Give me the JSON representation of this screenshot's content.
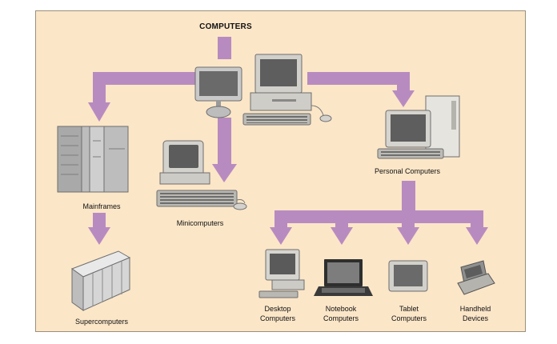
{
  "diagram": {
    "title": "COMPUTERS",
    "categories": {
      "mainframes": "Mainframes",
      "supercomputers": "Supercomputers",
      "minicomputers": "Minicomputers",
      "personal_computers": "Personal Computers"
    },
    "personal_types": {
      "desktop": [
        "Desktop",
        "Computers"
      ],
      "notebook": [
        "Notebook",
        "Computers"
      ],
      "tablet": [
        "Tablet",
        "Computers"
      ],
      "handheld": [
        "Handheld",
        "Devices"
      ]
    }
  },
  "colors": {
    "background": "#fbe6c8",
    "arrow": "#b88bc0"
  }
}
